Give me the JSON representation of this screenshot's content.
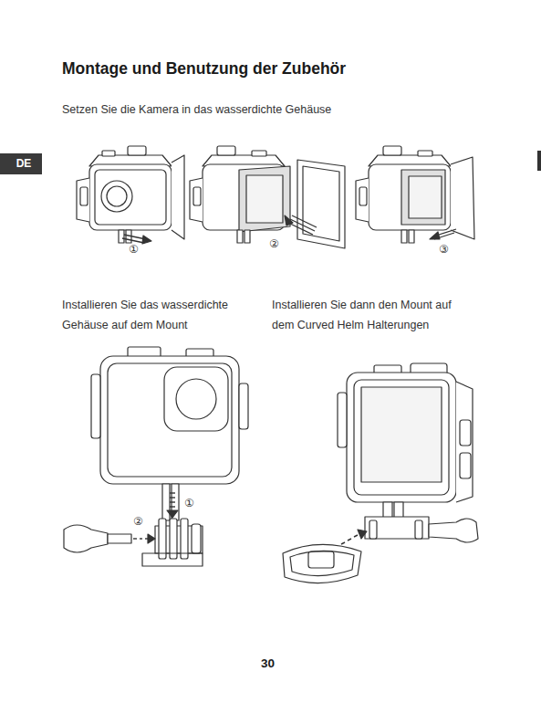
{
  "diagram": {
    "title": "Montage und Benutzung der Zubehör",
    "nodes": [
      {
        "text": [
          "DE"
        ]
      }
    ],
    "labels": [
      "Setzen Sie die Kamera in das wasserdichte Gehäuse",
      "①",
      "②",
      "③",
      "Installieren Sie das wasserdichte Gehäuse auf dem Mount",
      "Installieren Sie dann den Mount auf dem Curved Helm Halterungen",
      "①",
      "②",
      "30"
    ]
  }
}
